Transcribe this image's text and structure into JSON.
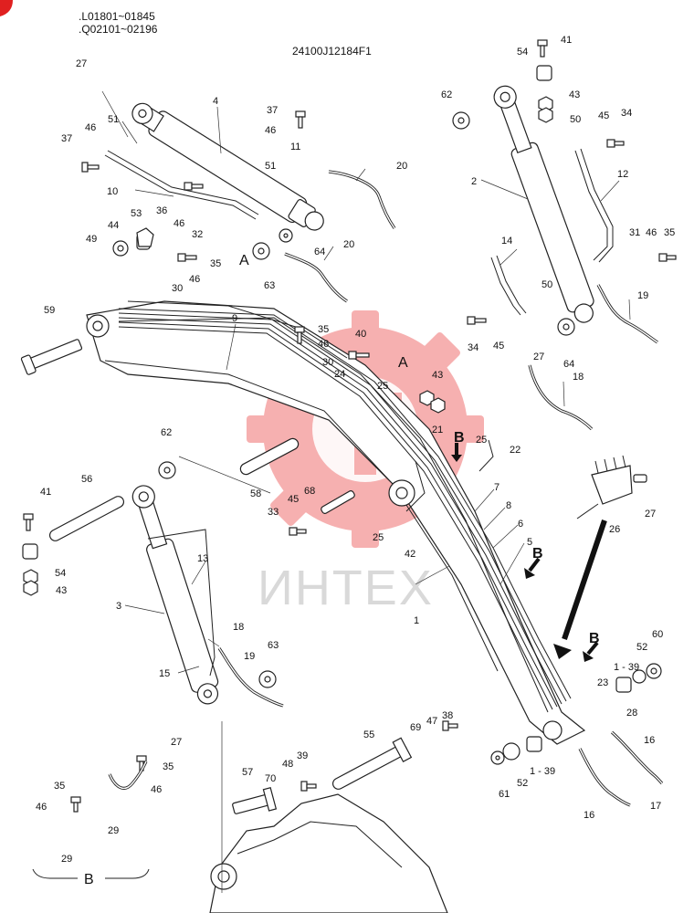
{
  "header": {
    "serial_1": ".L01801~01845",
    "serial_2": ".Q02101~02196",
    "drawing_no": "24100J12184F1"
  },
  "watermark": {
    "text": "ИНТЕХ",
    "color": "#f07070"
  },
  "view_labels": {
    "A_left": "A",
    "A_right": "A",
    "B_1": "B",
    "B_2": "B",
    "B_3": "B",
    "B_detail": "B"
  },
  "callouts": {
    "c1": "1",
    "c2": "2",
    "c3": "3",
    "c4": "4",
    "c5": "5",
    "c6": "6",
    "c7": "7",
    "c8": "8",
    "c9": "9",
    "c10": "10",
    "c11": "11",
    "c12": "12",
    "c13": "13",
    "c14": "14",
    "c15": "15",
    "c16a": "16",
    "c16b": "16",
    "c17": "17",
    "c18a": "18",
    "c18b": "18",
    "c19a": "19",
    "c19b": "19",
    "c20a": "20",
    "c20b": "20",
    "c21": "21",
    "c22": "22",
    "c23": "23",
    "c24": "24",
    "c25a": "25",
    "c25b": "25",
    "c25c": "25",
    "c26": "26",
    "c27a": "27",
    "c27b": "27",
    "c27c": "27",
    "c27d": "27",
    "c28": "28",
    "c29a": "29",
    "c29b": "29",
    "c30a": "30",
    "c30b": "30",
    "c31": "31",
    "c32": "32",
    "c33": "33",
    "c34a": "34",
    "c34b": "34",
    "c35a": "35",
    "c35b": "35",
    "c35c": "35",
    "c35d": "35",
    "c35e": "35",
    "c36": "36",
    "c37a": "37",
    "c37b": "37",
    "c38": "38",
    "c39a": "39",
    "c39b": "1 - 39",
    "c39c": "1 - 39",
    "c40": "40",
    "c41a": "41",
    "c41b": "41",
    "c42": "42",
    "c43a": "43",
    "c43b": "43",
    "c43c": "43",
    "c44": "44",
    "c45a": "45",
    "c45b": "45",
    "c45c": "45",
    "c46a": "46",
    "c46b": "46",
    "c46c": "46",
    "c46d": "46",
    "c46e": "46",
    "c46f": "46",
    "c46g": "46",
    "c46h": "46",
    "c47": "47",
    "c48": "48",
    "c49": "49",
    "c50a": "50",
    "c50b": "50",
    "c51a": "51",
    "c51b": "51",
    "c52a": "52",
    "c52b": "52",
    "c53": "53",
    "c54a": "54",
    "c54b": "54",
    "c55": "55",
    "c56": "56",
    "c57": "57",
    "c58": "58",
    "c59": "59",
    "c60": "60",
    "c61": "61",
    "c62a": "62",
    "c62b": "62",
    "c63a": "63",
    "c63b": "63",
    "c64a": "64",
    "c64b": "64",
    "c68": "68",
    "c69": "69",
    "c70": "70"
  }
}
